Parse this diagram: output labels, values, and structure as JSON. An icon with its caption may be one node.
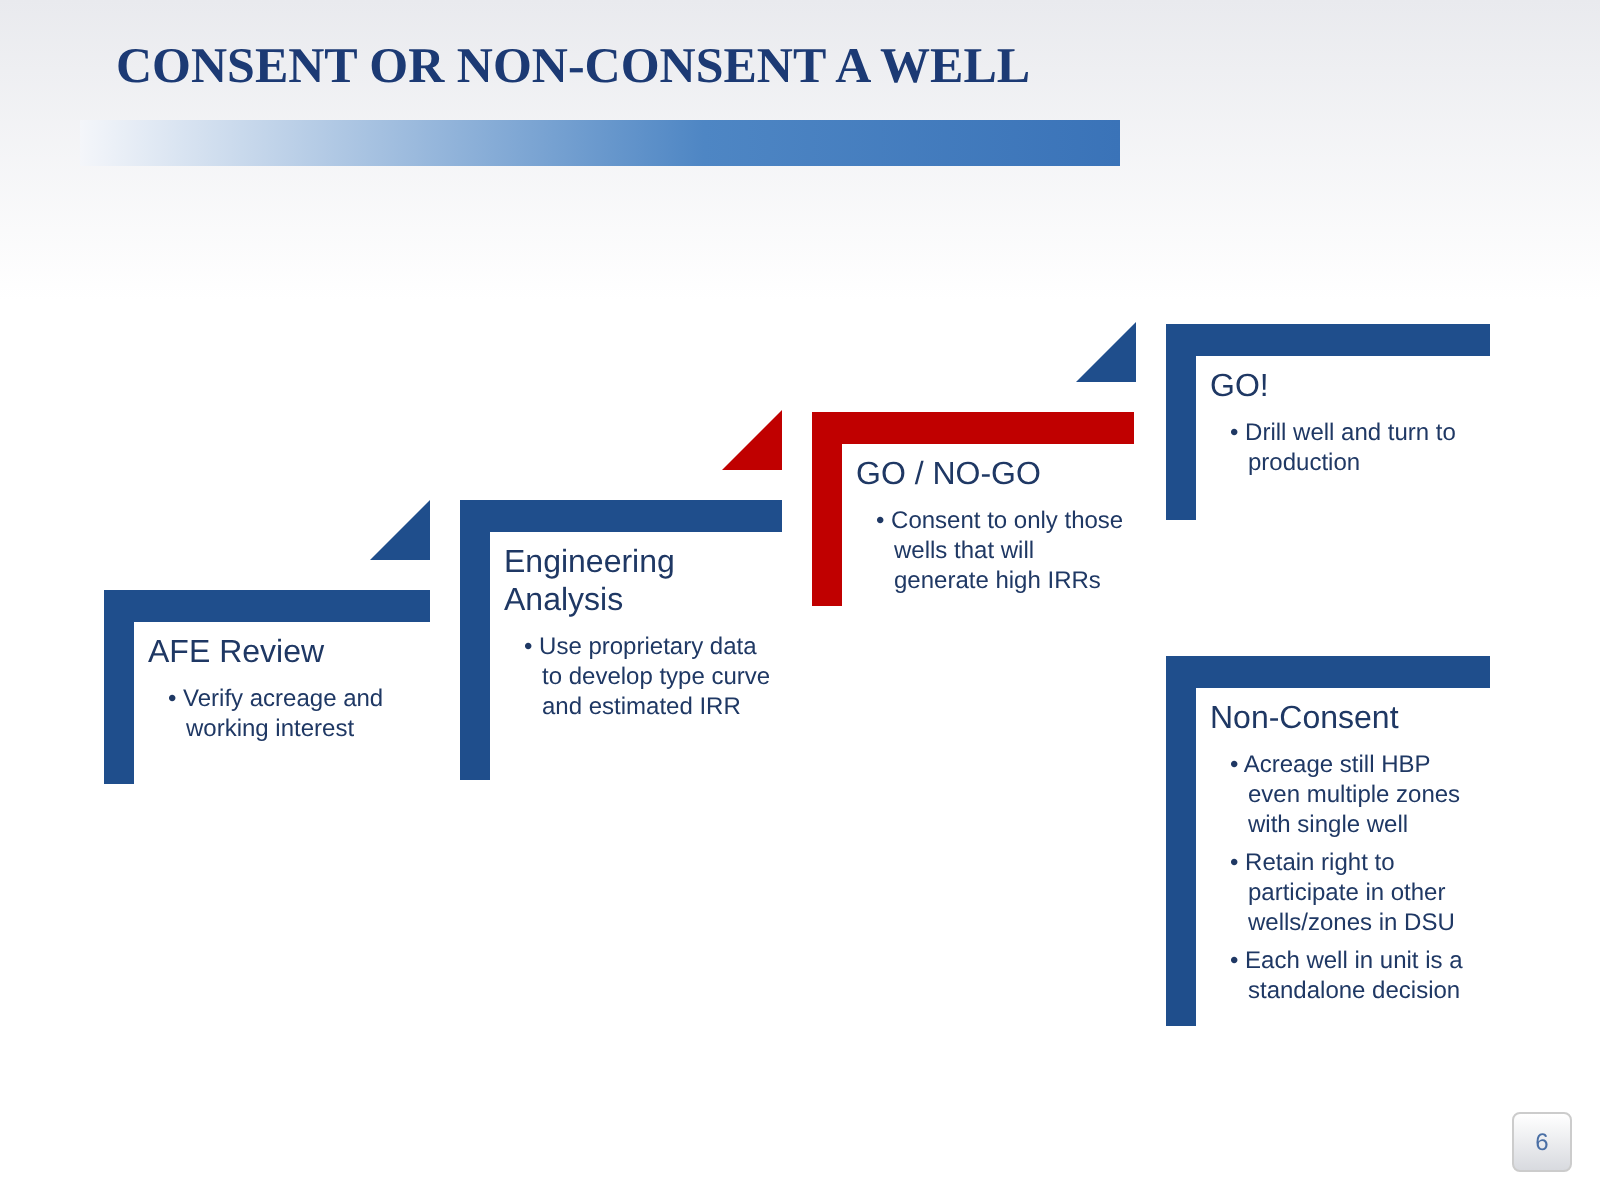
{
  "diagram": {
    "title": "CONSENT OR NON-CONSENT A WELL",
    "nodes": [
      {
        "text": [
          "AFE Review",
          "• Verify acreage and working interest"
        ]
      },
      {
        "text": [
          "Engineering Analysis",
          "• Use proprietary data to develop type curve and estimated IRR"
        ]
      },
      {
        "text": [
          "GO / NO-GO",
          "• Consent to only those wells that will generate high IRRs"
        ]
      },
      {
        "text": [
          "GO!",
          "• Drill well and turn to production"
        ]
      },
      {
        "text": [
          "Non-Consent",
          "• Acreage still HBP even multiple zones with single well",
          "• Retain right to participate in other wells/zones in DSU",
          "• Each well in unit is a standalone decision"
        ]
      }
    ],
    "labels": [
      "6"
    ]
  }
}
